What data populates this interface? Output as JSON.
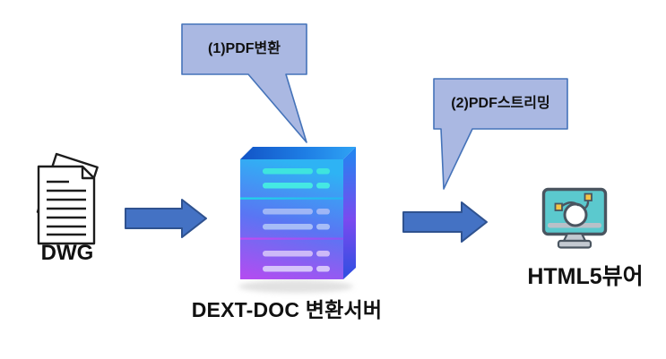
{
  "diagram": {
    "nodes": [
      {
        "id": "dwg",
        "label": "DWG",
        "icon": "documents-icon"
      },
      {
        "id": "server",
        "label": "DEXT-DOC 변환서버",
        "icon": "server-stack-icon"
      },
      {
        "id": "viewer",
        "label": "HTML5뷰어",
        "icon": "monitor-cad-icon"
      }
    ],
    "callouts": [
      {
        "id": "callout-1",
        "label": "(1)PDF변환",
        "points_to": "server"
      },
      {
        "id": "callout-2",
        "label": "(2)PDF스트리밍",
        "points_to": "arrow-2"
      }
    ],
    "arrows": [
      {
        "id": "arrow-1",
        "from": "dwg",
        "to": "server",
        "icon": "right-arrow-icon"
      },
      {
        "id": "arrow-2",
        "from": "server",
        "to": "viewer",
        "icon": "right-arrow-icon"
      }
    ],
    "colors": {
      "background": "#FFFFFF",
      "arrow_fill": "#4472C4",
      "arrow_stroke": "#2F528F",
      "callout_fill": "#AAB8E2",
      "callout_stroke": "#4573B9",
      "server_front_top": "#2EB3F4",
      "server_front_mid": "#5A75F3",
      "server_front_bottom": "#B14DF1",
      "server_slot_cyan": "#3EE4DE",
      "server_slot_blue": "#9FB6F6",
      "server_slot_purple": "#CDB9F8",
      "monitor_screen": "#5BC9CE",
      "monitor_frame": "#4A5560",
      "monitor_node": "#F6C445",
      "text": "#111111"
    }
  }
}
